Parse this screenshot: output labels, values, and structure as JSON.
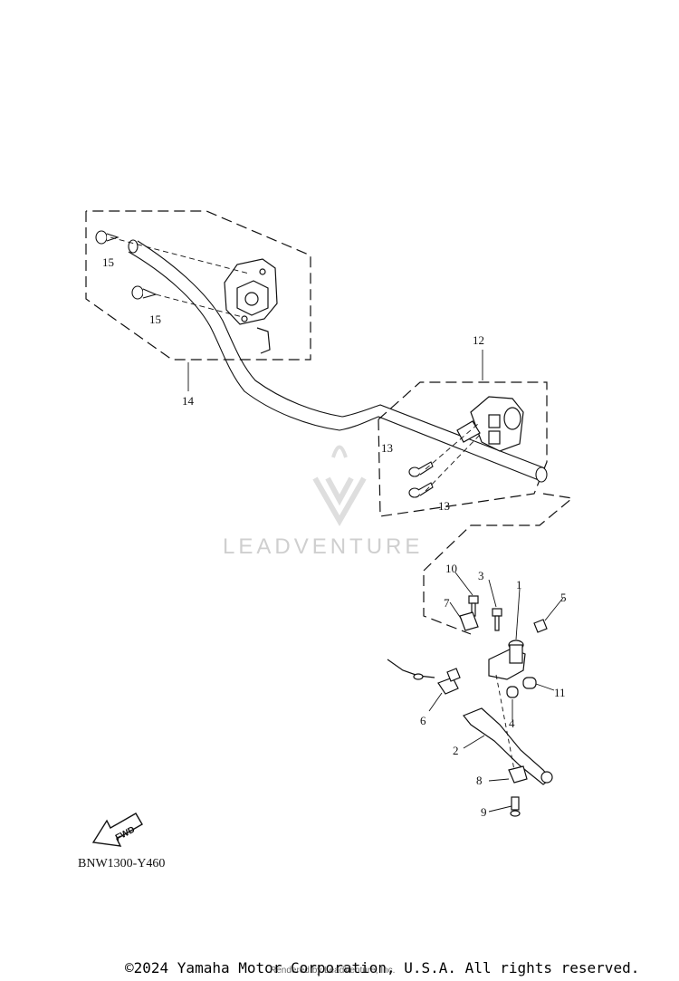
{
  "diagram": {
    "callouts": [
      "1",
      "2",
      "3",
      "4",
      "5",
      "6",
      "7",
      "8",
      "9",
      "10",
      "11",
      "12",
      "13",
      "13",
      "14",
      "15",
      "15"
    ],
    "fwd_label": "FWD",
    "code": "BNW1300-Y460"
  },
  "watermark": {
    "text": "LEADVENTURE"
  },
  "footer": {
    "copyright": "©2024 Yamaha Motor Corporation, U.S.A. All rights reserved.",
    "rendered_by": "Rendered by LeadVenture, Inc."
  }
}
